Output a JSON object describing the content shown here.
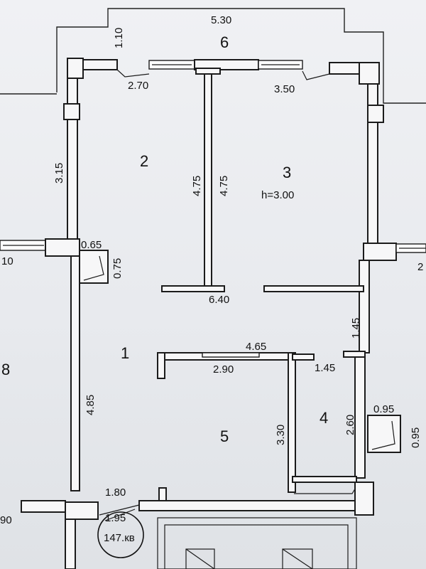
{
  "rooms": {
    "r1": "1",
    "r2": "2",
    "r3": "3",
    "r4": "4",
    "r5": "5",
    "r6": "6",
    "r8": "8"
  },
  "dimensions": {
    "d_530": "5.30",
    "d_110": "1.10",
    "d_270": "2.70",
    "d_350": "3.50",
    "d_315": "3.15",
    "d_475a": "4.75",
    "d_475b": "4.75",
    "d_065": "0.65",
    "d_075": "0.75",
    "d_10": "10",
    "d_640": "6.40",
    "d_145a": "1.45",
    "d_465": "4.65",
    "d_290": "2.90",
    "d_145b": "1.45",
    "d_485": "4.85",
    "d_330": "3.30",
    "d_260": "2.60",
    "d_095a": "0.95",
    "d_095b": "0.95",
    "d_180": "1.80",
    "d_195": "1.95",
    "d_90": "90",
    "d_2": "2"
  },
  "ceiling_height": "h=3.00",
  "apartment_label": "147.кв"
}
